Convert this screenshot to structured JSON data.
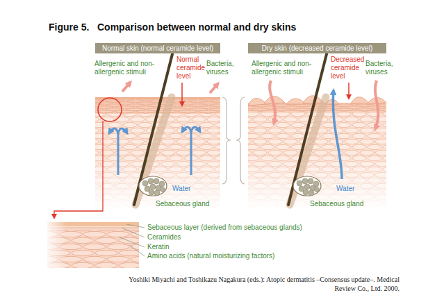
{
  "diagram": {
    "title": "Figure 5.   Comparison between normal and dry skins",
    "caption": "Yoshiki Miyachi and Toshikazu Nagakura (eds.): Atopic dermatitis –Consensus update–. Medical Review Co., Ltd. 2000.",
    "nodes": [
      {
        "text": [
          "Normal skin (normal ceramide level)"
        ]
      },
      {
        "text": [
          "Dry skin (decreased ceramide level)"
        ]
      }
    ],
    "labels": [
      "Allergenic and non-allergenic stimuli",
      "Normal ceramide level",
      "Bacteria, viruses",
      "Water",
      "Sebaceous gland",
      "Allergenic and non-allergenic stimuli",
      "Decreased ceramide level",
      "Bacteria, viruses",
      "Water",
      "Sebaceous gland",
      "Sebaceous layer (derived from sebaceous glands)",
      "Ceramides",
      "Keratin",
      "Amino acids (natural moisturizing factors)"
    ]
  }
}
